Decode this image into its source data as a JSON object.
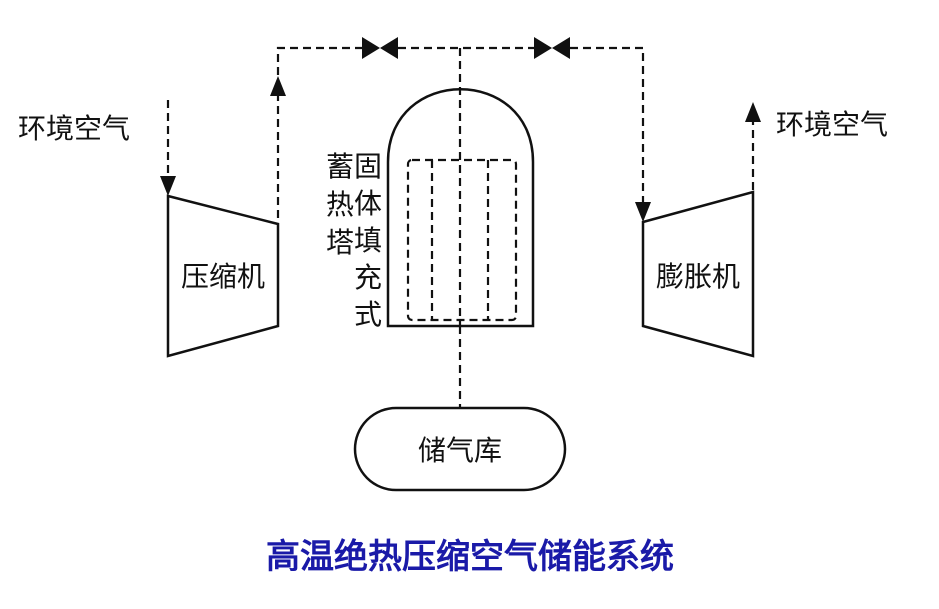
{
  "diagram": {
    "labels": {
      "ambient_air_left": "环境空气",
      "ambient_air_right": "环境空气",
      "compressor": "压缩机",
      "expander": "膨胀机",
      "heat_storage_tower": [
        "蓄",
        "热",
        "塔"
      ],
      "solid_packed": [
        "固",
        "体",
        "填",
        "充",
        "式"
      ],
      "air_storage": "储气库"
    },
    "caption": "高温绝热压缩空气储能系统"
  },
  "colors": {
    "line": "#111111",
    "caption": "#1a1aa8",
    "background": "#ffffff"
  }
}
